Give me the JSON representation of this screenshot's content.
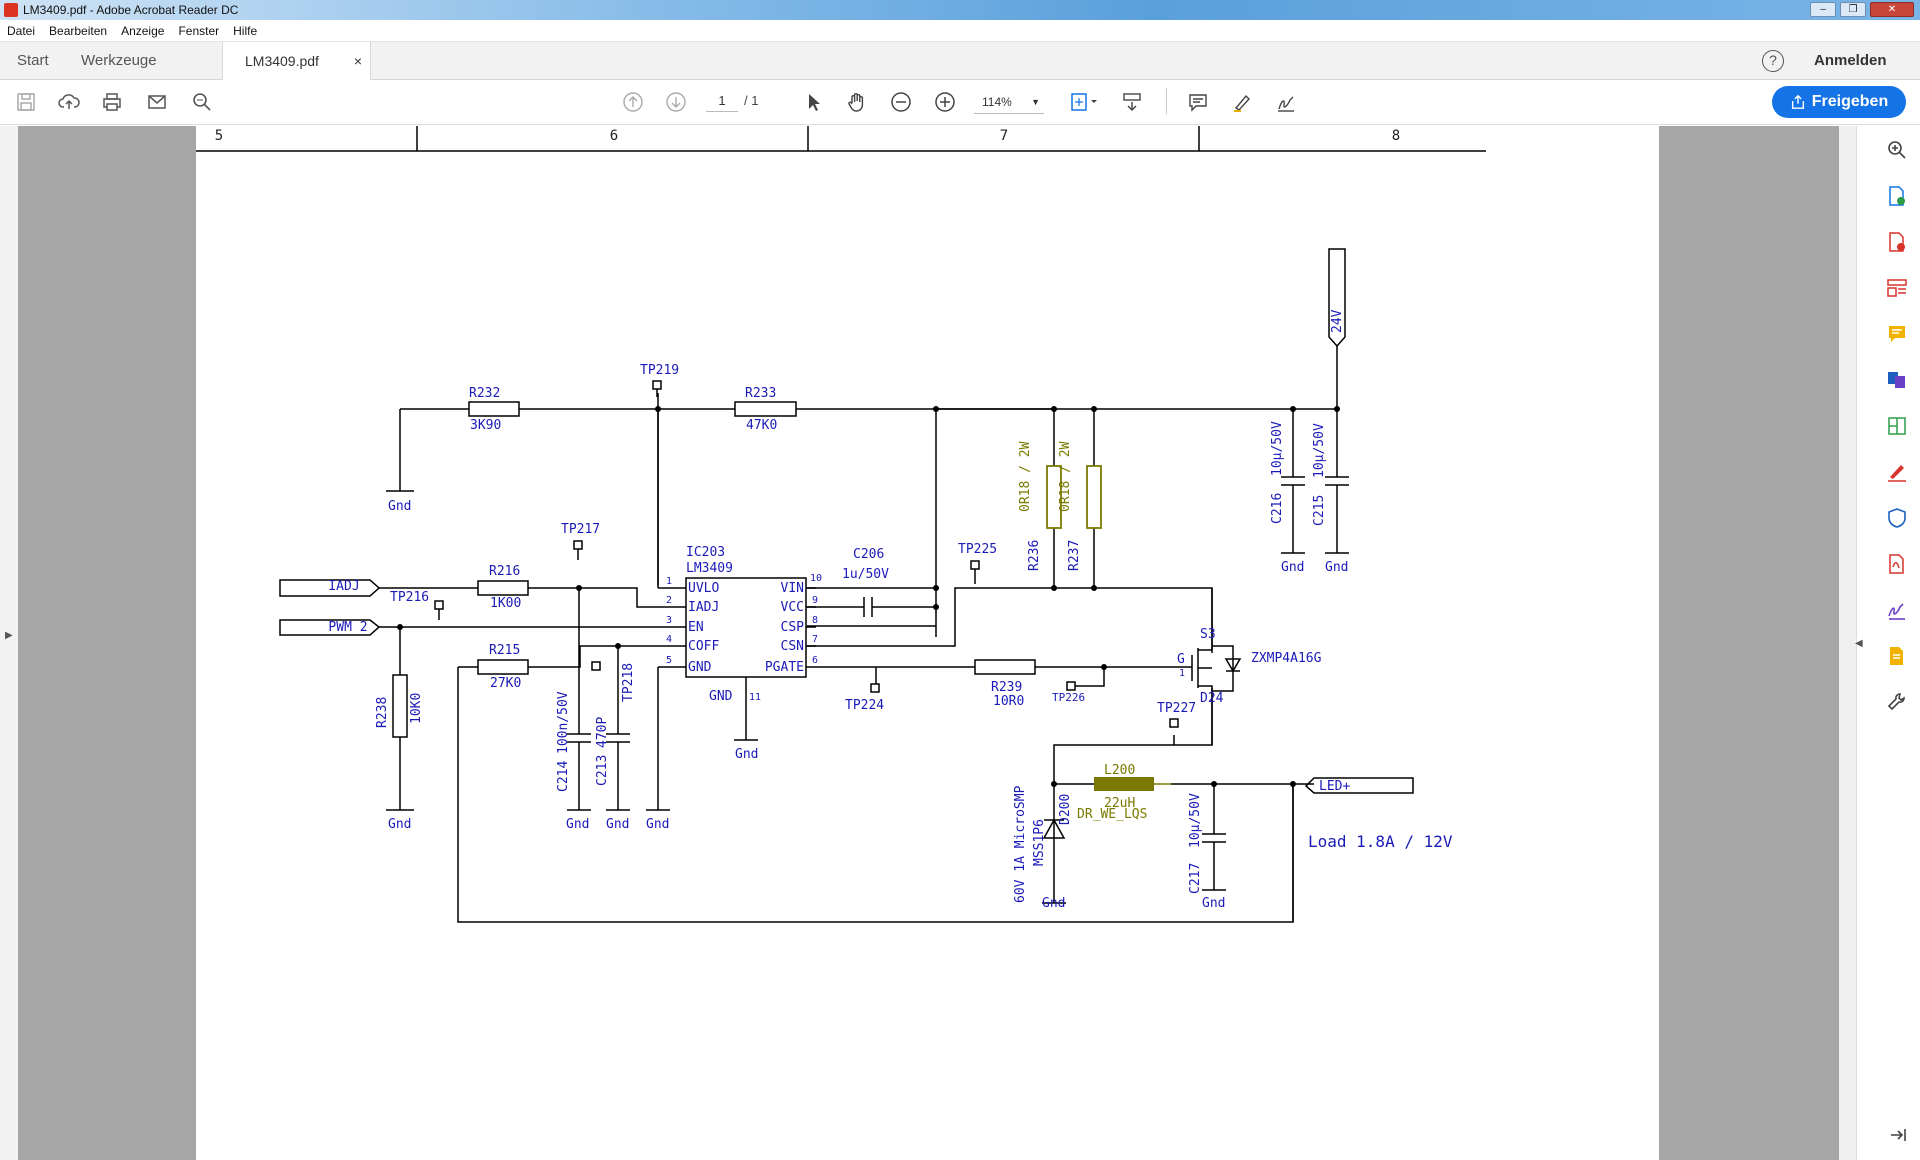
{
  "window": {
    "title": "LM3409.pdf - Adobe Acrobat Reader DC",
    "buttons": [
      "–",
      "❐",
      "✕"
    ]
  },
  "menu": [
    "Datei",
    "Bearbeiten",
    "Anzeige",
    "Fenster",
    "Hilfe"
  ],
  "tabs": {
    "start": "Start",
    "tools": "Werkzeuge",
    "document": "LM3409.pdf",
    "close": "×"
  },
  "header": {
    "help": "?",
    "signin": "Anmelden"
  },
  "toolbar": {
    "page_current": "1",
    "page_total": "/ 1",
    "zoom": "114%",
    "share": "Freigeben"
  },
  "schematic": {
    "columns": [
      "5",
      "6",
      "7",
      "8"
    ],
    "supply": "24V",
    "resistors": [
      {
        "ref": "R232",
        "value": "3K90"
      },
      {
        "ref": "R233",
        "value": "47K0"
      },
      {
        "ref": "R216",
        "value": "1K00"
      },
      {
        "ref": "R215",
        "value": "27K0"
      },
      {
        "ref": "R238",
        "value": "10K0"
      },
      {
        "ref": "R239",
        "value": "10R0"
      },
      {
        "ref": "R236",
        "value": "0R18 / 2W"
      },
      {
        "ref": "R237",
        "value": "0R18 / 2W"
      }
    ],
    "capacitors": [
      {
        "ref": "C216",
        "value": "10µ/50V"
      },
      {
        "ref": "C215",
        "value": "10µ/50V"
      },
      {
        "ref": "C206",
        "value": "1u/50V"
      },
      {
        "ref": "C214",
        "value": "100n/50V"
      },
      {
        "ref": "C213",
        "value": "470P"
      },
      {
        "ref": "C217",
        "value": "10µ/50V"
      }
    ],
    "testpoints": [
      "TP219",
      "TP217",
      "TP216",
      "TP225",
      "TP218",
      "TP224",
      "TP226",
      "TP227"
    ],
    "ic": {
      "ref": "IC203",
      "part": "LM3409",
      "left_pins": [
        {
          "num": "1",
          "name": "UVLO"
        },
        {
          "num": "2",
          "name": "IADJ"
        },
        {
          "num": "3",
          "name": "EN"
        },
        {
          "num": "4",
          "name": "COFF"
        },
        {
          "num": "5",
          "name": "GND"
        }
      ],
      "right_pins": [
        {
          "num": "10",
          "name": "VIN"
        },
        {
          "num": "9",
          "name": "VCC"
        },
        {
          "num": "8",
          "name": "CSP"
        },
        {
          "num": "7",
          "name": "CSN"
        },
        {
          "num": "6",
          "name": "PGATE"
        }
      ],
      "bottom_pin": {
        "num": "11",
        "name": "GND"
      }
    },
    "ports": {
      "iadj": "IADJ",
      "pwm": "PWM 2",
      "led": "LED+"
    },
    "mosfet": {
      "part": "ZXMP4A16G",
      "g": "G",
      "s": "S3",
      "d": "D24",
      "pin1": "1"
    },
    "inductor": {
      "ref": "L200",
      "value": "22uH",
      "part": "DR_WE_LQS"
    },
    "diode": {
      "ref": "D200",
      "part": "MSS1P6",
      "rating": "60V 1A MicroSMP"
    },
    "gnd": "Gnd",
    "load": "Load 1.8A / 12V"
  }
}
